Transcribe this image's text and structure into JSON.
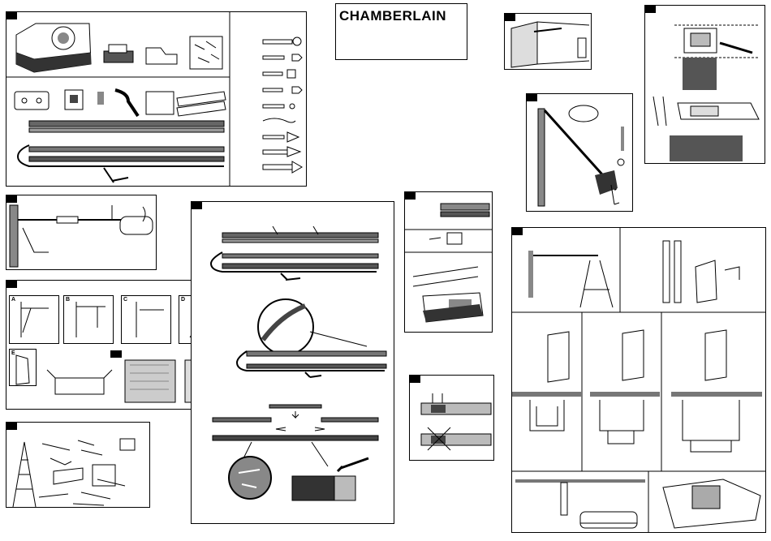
{
  "brand": {
    "logo_text": "CHAMBERLAIN"
  },
  "step_markers": {
    "install_tips": [
      "A",
      "B",
      "C",
      "D",
      "E"
    ]
  }
}
